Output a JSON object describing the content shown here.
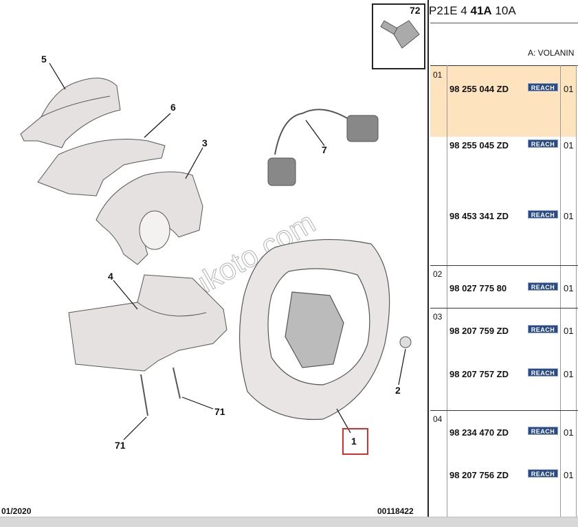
{
  "diagram": {
    "thumbnail_number": "72",
    "watermark": "duyukoto.com",
    "date": "01/2020",
    "diagram_id": "00118422",
    "callouts": [
      "5",
      "6",
      "3",
      "7",
      "4",
      "2",
      "71",
      "71",
      "1"
    ]
  },
  "panel": {
    "header": {
      "prefix": "P21E 4 ",
      "bold": "41A",
      "suffix": " 10A"
    },
    "subtitle": "A: VOLANIN",
    "reach_label": "REACH",
    "groups": [
      {
        "number": "01",
        "parts": [
          {
            "pn": "98 255 044 ZD",
            "qty": "01"
          },
          {
            "pn": "98 255 045 ZD",
            "qty": "01"
          },
          {
            "pn": "98 453 341 ZD",
            "qty": "01"
          }
        ]
      },
      {
        "number": "02",
        "parts": [
          {
            "pn": "98 027 775 80",
            "qty": "01"
          }
        ]
      },
      {
        "number": "03",
        "parts": [
          {
            "pn": "98 207 759 ZD",
            "qty": "01"
          },
          {
            "pn": "98 207 757 ZD",
            "qty": "01"
          }
        ]
      },
      {
        "number": "04",
        "parts": [
          {
            "pn": "98 234 470 ZD",
            "qty": "01"
          },
          {
            "pn": "98 207 756 ZD",
            "qty": "01"
          }
        ]
      }
    ]
  },
  "colors": {
    "highlight_row": "#fde3be",
    "reach_badge": "#2a4a84",
    "callout_box": "#d32f2f"
  }
}
